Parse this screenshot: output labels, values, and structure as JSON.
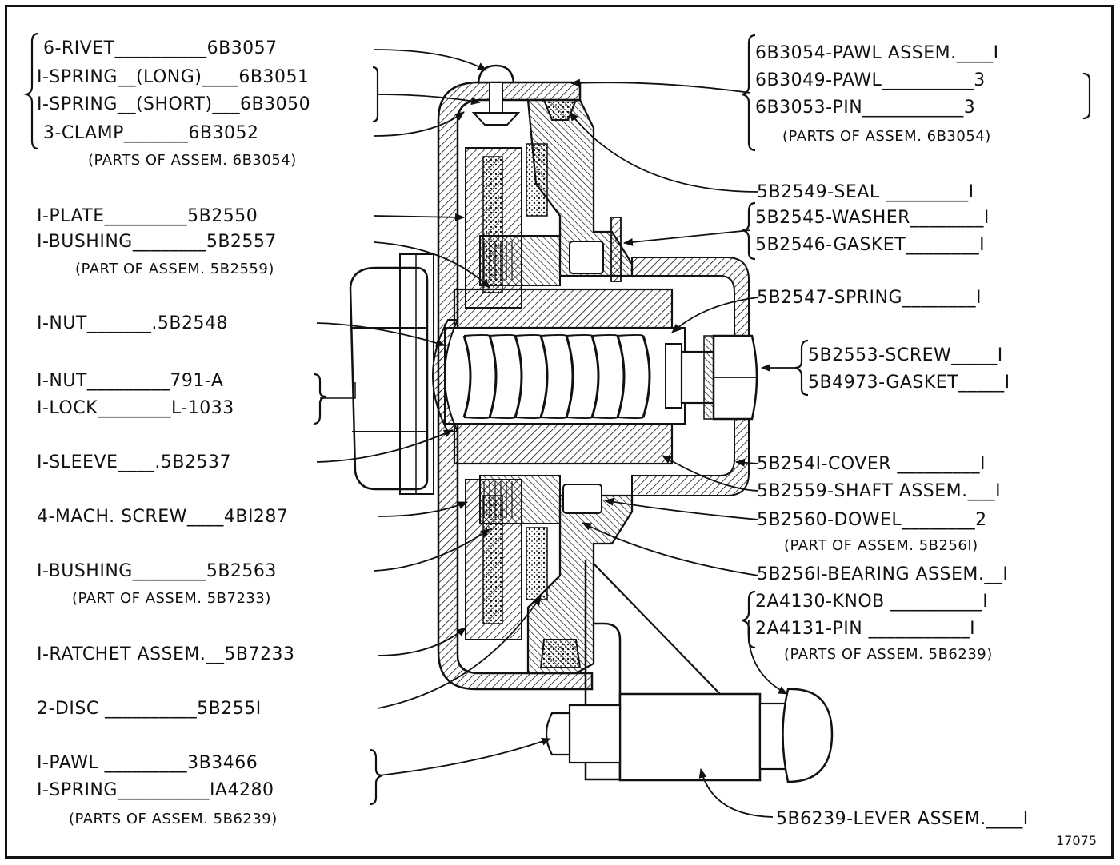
{
  "figure_number": "17075",
  "left_labels": [
    {
      "text": "6-RIVET__________6B3057"
    },
    {
      "text": "I-SPRING__(LONG)____6B3051"
    },
    {
      "text": "I-SPRING__(SHORT)___6B3050"
    },
    {
      "text": "3-CLAMP_______6B3052"
    },
    {
      "text": "(PARTS OF ASSEM. 6B3054)"
    },
    {
      "text": "I-PLATE_________5B2550"
    },
    {
      "text": "I-BUSHING________5B2557"
    },
    {
      "text": "(PART OF ASSEM. 5B2559)"
    },
    {
      "text": "I-NUT_______.5B2548"
    },
    {
      "text": "I-NUT_________791-A"
    },
    {
      "text": "I-LOCK________L-1033"
    },
    {
      "text": "I-SLEEVE____.5B2537"
    },
    {
      "text": "4-MACH. SCREW____4BI287"
    },
    {
      "text": "I-BUSHING________5B2563"
    },
    {
      "text": "(PART OF ASSEM. 5B7233)"
    },
    {
      "text": "I-RATCHET ASSEM.__5B7233"
    },
    {
      "text": "2-DISC __________5B255I"
    },
    {
      "text": "I-PAWL _________3B3466"
    },
    {
      "text": "I-SPRING__________IA4280"
    },
    {
      "text": "(PARTS OF ASSEM. 5B6239)"
    }
  ],
  "right_labels": [
    {
      "text": "6B3054-PAWL ASSEM.____I"
    },
    {
      "text": "6B3049-PAWL__________3"
    },
    {
      "text": "6B3053-PIN___________3"
    },
    {
      "text": "(PARTS OF ASSEM. 6B3054)"
    },
    {
      "text": "5B2549-SEAL _________I"
    },
    {
      "text": "5B2545-WASHER________I"
    },
    {
      "text": "5B2546-GASKET________I"
    },
    {
      "text": "5B2547-SPRING________I"
    },
    {
      "text": "5B2553-SCREW_____I"
    },
    {
      "text": "5B4973-GASKET_____I"
    },
    {
      "text": "5B254I-COVER _________I"
    },
    {
      "text": "5B2559-SHAFT ASSEM.___I"
    },
    {
      "text": "5B2560-DOWEL________2"
    },
    {
      "text": "(PART OF ASSEM. 5B256I)"
    },
    {
      "text": "5B256I-BEARING ASSEM.__I"
    },
    {
      "text": "2A4130-KNOB __________I"
    },
    {
      "text": "2A4131-PIN ___________I"
    },
    {
      "text": "(PARTS OF ASSEM. 5B6239)"
    },
    {
      "text": "5B6239-LEVER ASSEM.____I"
    }
  ]
}
